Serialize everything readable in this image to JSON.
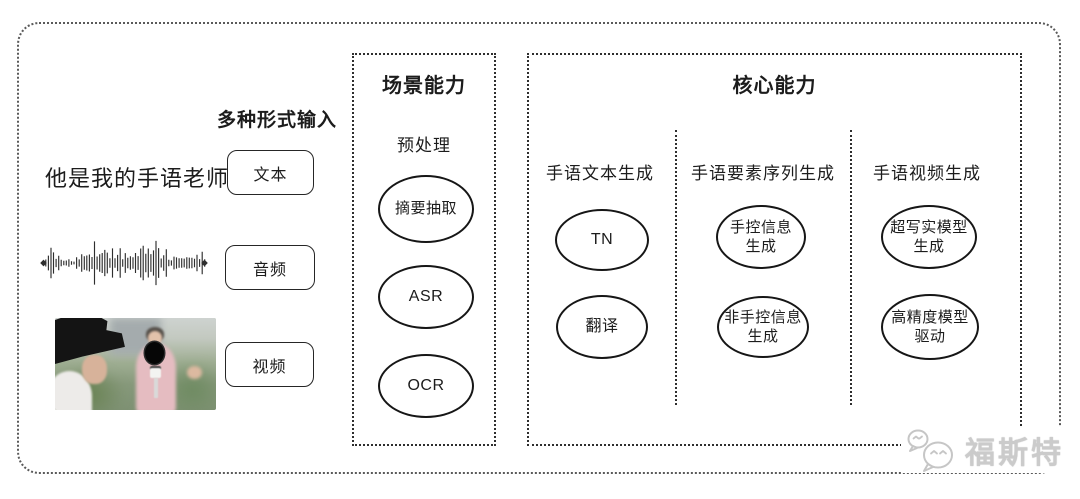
{
  "input_section": {
    "title": "多种形式输入",
    "sample_text": "他是我的手语老师",
    "items": [
      {
        "label": "文本"
      },
      {
        "label": "音频"
      },
      {
        "label": "视频"
      }
    ]
  },
  "scene_box": {
    "title": "场景能力",
    "subtitle": "预处理",
    "nodes": [
      "摘要抽取",
      "ASR",
      "OCR"
    ]
  },
  "core_box": {
    "title": "核心能力",
    "columns": [
      {
        "label": "手语文本生成",
        "nodes": [
          "TN",
          "翻译"
        ]
      },
      {
        "label": "手语要素序列生成",
        "nodes": [
          "手控信息生成",
          "非手控信息生成"
        ]
      },
      {
        "label": "手语视频生成",
        "nodes": [
          "超写实模型生成",
          "高精度模型驱动"
        ]
      }
    ]
  },
  "watermark": {
    "text": "福斯特"
  },
  "colors": {
    "ink": "#1c1c1c",
    "border": "#2e2e2e",
    "watermark": "#c9c9c9"
  }
}
